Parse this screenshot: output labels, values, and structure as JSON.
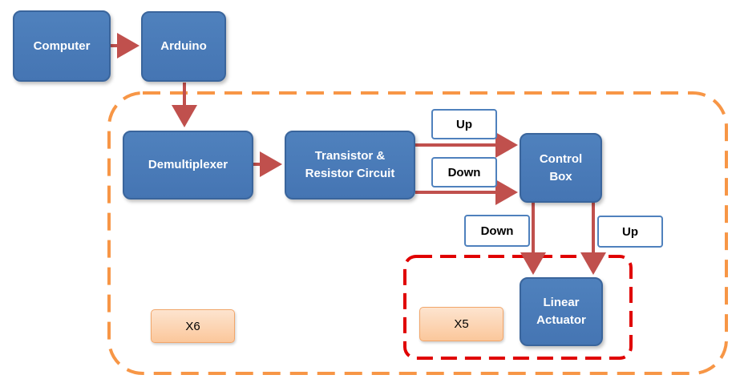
{
  "nodes": {
    "computer": "Computer",
    "arduino": "Arduino",
    "demultiplexer": "Demultiplexer",
    "transistor": "Transistor &\nResistor Circuit",
    "control_box": "Control\nBox",
    "linear_actuator": "Linear\nActuator"
  },
  "labels": {
    "up_top": "Up",
    "down_mid": "Down",
    "down_bottom": "Down",
    "up_bottom": "Up"
  },
  "multipliers": {
    "outer": "X6",
    "inner": "X5"
  },
  "colors": {
    "node_fill": "#4f81bd",
    "arrow": "#c0504d",
    "outer_group_border": "#f79646",
    "inner_group_border": "#e00000"
  }
}
